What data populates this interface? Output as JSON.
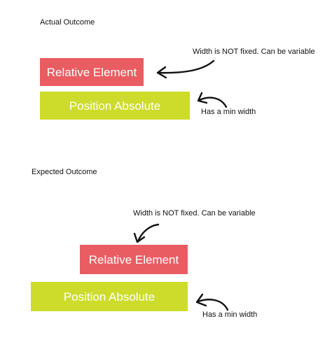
{
  "actual": {
    "heading": "Actual Outcome",
    "relative_label": "Relative Element",
    "absolute_label": "Position Absolute",
    "width_note": "Width is NOT fixed. Can be variable",
    "min_width_note": "Has a min width"
  },
  "expected": {
    "heading": "Expected Outcome",
    "relative_label": "Relative Element",
    "absolute_label": "Position Absolute",
    "width_note": "Width is NOT fixed. Can be variable",
    "min_width_note": "Has a min width"
  },
  "colors": {
    "relative": "#e95d62",
    "absolute": "#cddc2b",
    "text": "#111111"
  }
}
